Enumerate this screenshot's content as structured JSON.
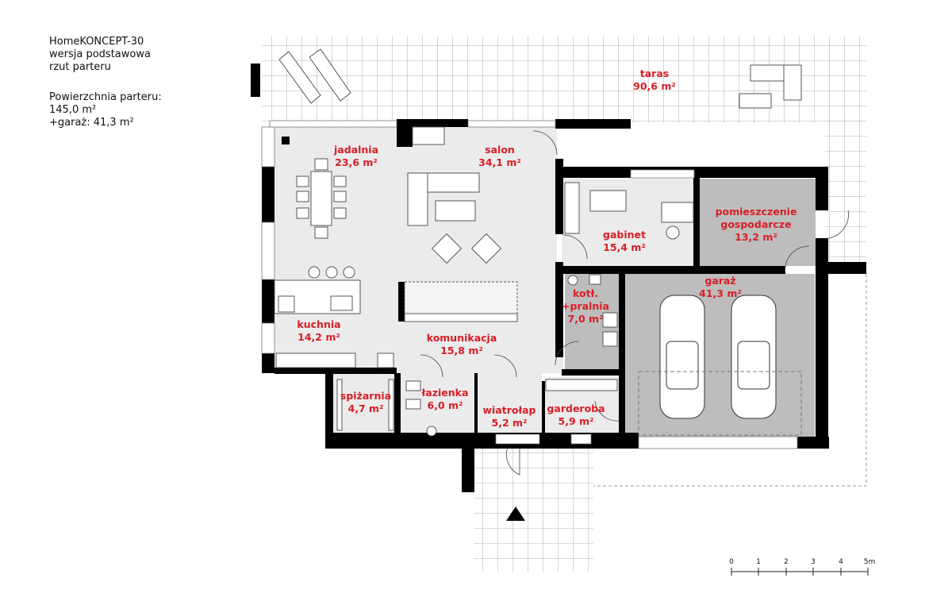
{
  "header": {
    "project": "HomeKONCEPT-30",
    "variant": "wersja podstawowa",
    "view": "rzut parteru",
    "area_label": "Powierzchnia parteru:",
    "area_value": "145,0 m²",
    "garage_area": "+garaż: 41,3 m²"
  },
  "rooms": [
    {
      "name": "taras",
      "area": "90,6 m²"
    },
    {
      "name": "jadalnia",
      "area": "23,6 m²"
    },
    {
      "name": "salon",
      "area": "34,1 m²"
    },
    {
      "name": "gabinet",
      "area": "15,4 m²"
    },
    {
      "name": "pomieszczenie",
      "name2": "gospodarcze",
      "area": "13,2 m²"
    },
    {
      "name": "garaż",
      "area": "41,3 m²"
    },
    {
      "name": "kotł.",
      "name2": "+pralnia",
      "area": "7,0 m²"
    },
    {
      "name": "kuchnia",
      "area": "14,2 m²"
    },
    {
      "name": "komunikacja",
      "area": "15,8 m²"
    },
    {
      "name": "spiżarnia",
      "area": "4,7 m²"
    },
    {
      "name": "łazienka",
      "area": "6,0 m²"
    },
    {
      "name": "wiatrołap",
      "area": "5,2 m²"
    },
    {
      "name": "garderoba",
      "area": "5,9 m²"
    }
  ],
  "scale_bar": {
    "ticks": [
      "0",
      "1",
      "2",
      "3",
      "4",
      "5m"
    ]
  },
  "colors": {
    "label": "#d81e25",
    "floor": "#ebebeb",
    "service": "#bdbdbd",
    "wall": "#000000"
  }
}
